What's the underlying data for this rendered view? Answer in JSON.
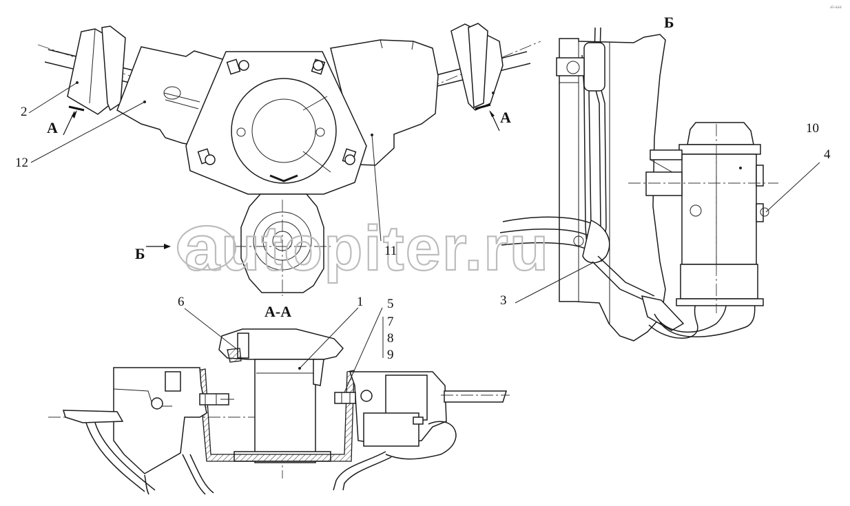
{
  "labels": {
    "part_1": "1",
    "part_2": "2",
    "part_3": "3",
    "part_4": "4",
    "part_5": "5",
    "part_6": "6",
    "part_7": "7",
    "part_8": "8",
    "part_9": "9",
    "part_10": "10",
    "part_11": "11",
    "part_12": "12"
  },
  "section_marks": {
    "a_left": "А",
    "a_right": "А",
    "b_arrow": "Б",
    "b_view": "Б",
    "section_aa": "А-А"
  },
  "watermark": {
    "logo_text": "autopiter.ru",
    "corner_text": "ai-aaa"
  }
}
